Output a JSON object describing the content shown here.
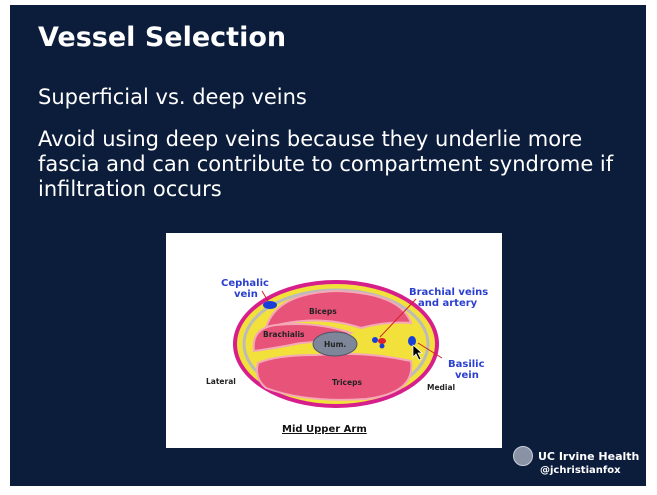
{
  "slide": {
    "title": "Vessel Selection",
    "bullets": [
      "Superficial vs. deep veins",
      "Avoid using deep veins because they underlie more fascia and can contribute to compartment syndrome if infiltration occurs"
    ]
  },
  "figure": {
    "caption": "Mid Upper Arm",
    "labels": {
      "cephalic": [
        "Cephalic",
        "vein"
      ],
      "brachial": [
        "Brachial veins",
        "and artery"
      ],
      "basilic": [
        "Basilic",
        "vein"
      ],
      "biceps": "Biceps",
      "brachialis": "Brachialis",
      "humerus": "Hum.",
      "triceps": "Triceps",
      "lateral": "Lateral",
      "medial": "Medial"
    }
  },
  "branding": {
    "org": "UC Irvine Health",
    "handle": "@jchristianfox"
  },
  "colors": {
    "background": "#0c1d3b",
    "muscle": "#e8537a",
    "fat": "#f2e13a",
    "skin": "#d61f8c",
    "vein": "#1a3fd6",
    "label": "#2a3fd0"
  }
}
